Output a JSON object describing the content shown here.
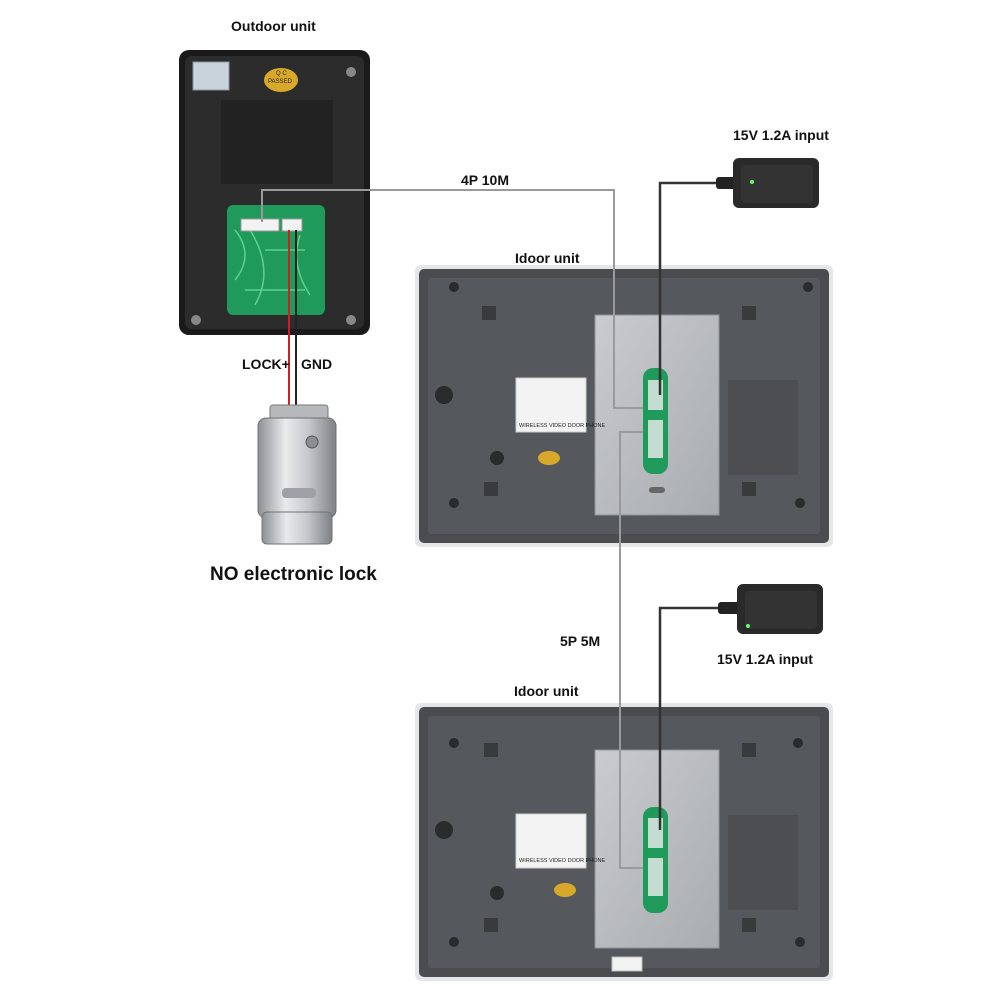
{
  "labels": {
    "outdoor_unit": "Outdoor unit",
    "indoor_unit_1": "Idoor unit",
    "indoor_unit_2": "Idoor unit",
    "cable_4p": "4P 10M",
    "cable_5p": "5P 5M",
    "power_1": "15V 1.2A input",
    "power_2": "15V 1.2A input",
    "lock_plus": "LOCK+",
    "gnd": "GND",
    "lock_caption": "NO electronic lock"
  },
  "stickers": {
    "qc_line1": "Q C",
    "qc_line2": "PASSED",
    "product_name": "WIRELESS VIDEO DOOR PHONE"
  },
  "colors": {
    "cable": "#9a9a9a",
    "lock_plus_wire": "#d21f1f",
    "gnd_wire": "#222222",
    "pcb": "#1f9a5a",
    "indoor_body": "#4a4c50",
    "outdoor_body": "#232323"
  }
}
